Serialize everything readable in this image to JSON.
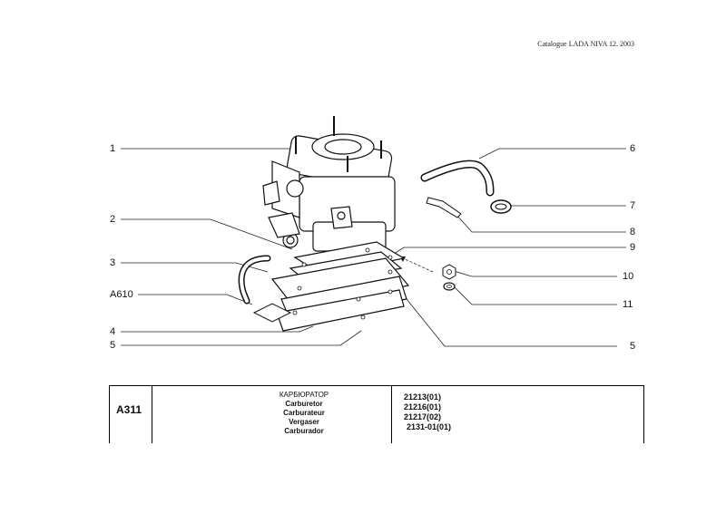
{
  "header": {
    "catalogue": "Catalogue LADA NIVA 12. 2003"
  },
  "callouts": {
    "c1": "1",
    "c2": "2",
    "c3": "3",
    "ca610": "A610",
    "c4": "4",
    "c5a": "5",
    "c6": "6",
    "c7": "7",
    "c8": "8",
    "c9": "9",
    "c10": "10",
    "c11": "11",
    "c5b": "5"
  },
  "table": {
    "code": "A311",
    "names": [
      "КАРБЮРАТОР",
      "Carburetor",
      "Carburateur",
      "Vergaser",
      "Carburador"
    ],
    "models": [
      "21213(01)",
      "21216(01)",
      "21217(02)",
      "2131-01(01)"
    ]
  }
}
